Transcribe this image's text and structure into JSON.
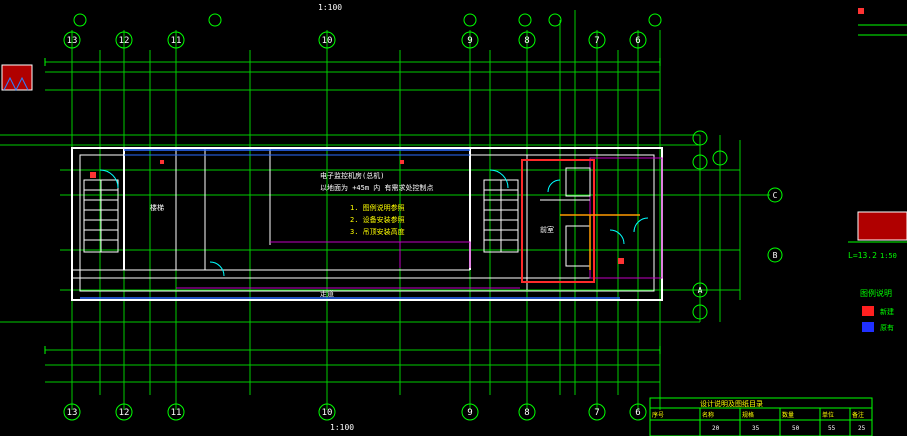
{
  "drawing": {
    "title_top": "1:100",
    "title_bottom": "1:100",
    "grid_top": [
      "13",
      "12",
      "11",
      "10",
      "9",
      "8",
      "7",
      "6"
    ],
    "grid_bottom": [
      "13",
      "12",
      "11",
      "10",
      "9",
      "8",
      "7",
      "6"
    ],
    "grid_right": [
      "C",
      "B",
      "A"
    ],
    "room_labels": [
      "楼梯",
      "走道",
      "前室"
    ],
    "notes": [
      "电子监控机房(总机)",
      "以地面为 +45m 内 有需求处控制点",
      "1. 图例说明参照",
      "2. 设备安装参照",
      "3. 吊顶安装高度"
    ]
  },
  "legend": {
    "title": "图例说明",
    "items": [
      "新建",
      "原有"
    ],
    "colors": {
      "new": "#ff2020",
      "existing": "#2030ff"
    }
  },
  "detail": {
    "label": "L=13.2",
    "scale": "1:50"
  },
  "table": {
    "header": "设计说明及图纸目录",
    "columns": [
      "序号",
      "名称",
      "规格",
      "数量",
      "单位",
      "备注"
    ],
    "row": [
      "20",
      "35",
      "50",
      "55",
      "25"
    ]
  },
  "colors": {
    "grid": "#00ff00",
    "wall": "#ffffff",
    "accent": "#ff3333",
    "highlight": "#ff2a2a",
    "pipe": "#2a6bff",
    "aux": "#c000c0"
  }
}
